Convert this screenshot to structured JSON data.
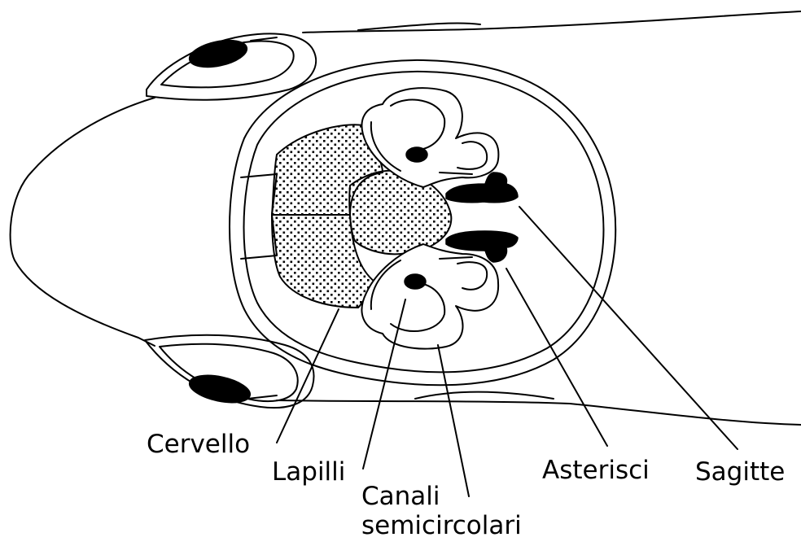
{
  "labels": {
    "cervello": "Cervello",
    "lapilli": "Lapilli",
    "canali_line1": "Canali",
    "canali_line2": "semicircolari",
    "asterisci": "Asterisci",
    "sagitte": "Sagitte"
  }
}
